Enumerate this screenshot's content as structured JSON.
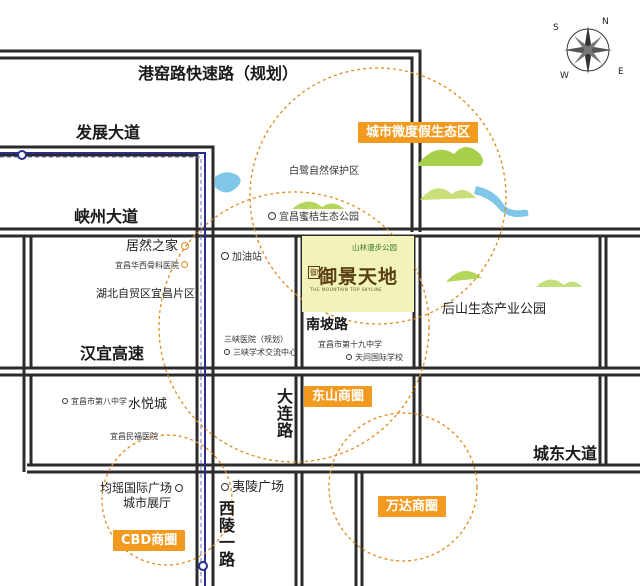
{
  "colors": {
    "road": "#2b2b2b",
    "metro": "#2a2f8a",
    "circle": "#e08a1a",
    "badge": "#f29a1f",
    "project_bg": "#f2f3b8",
    "hill": "#a8cf4a",
    "water": "#7fc6e8"
  },
  "compass": {
    "icon": "compass-rose-icon",
    "n": "N",
    "s": "S",
    "e": "E",
    "w": "W"
  },
  "roads": {
    "gangyao": "港窑路快速路（规划）",
    "fazhan": "发展大道",
    "xiazhou": "峡州大道",
    "hanyi": "汉宜高速",
    "dalian": "大连路",
    "xiling": "西陵一路",
    "chengdong": "城东大道",
    "nanpo": "南坡路"
  },
  "zones": {
    "eco": "城市微度假生态区",
    "dongshan": "东山商圈",
    "wanda": "万达商圈",
    "cbd": "CBD商圈"
  },
  "pois": {
    "bailu": "白鹭自然保护区",
    "mijv": "宜昌蜜桔生态公园",
    "jvranzhijia": "居然之家",
    "huaxi": "宜昌华西骨科医院",
    "zimaoqu": "湖北自贸区宜昌片区",
    "jiayouzhan": "加油站",
    "sanxia_yiyuan": "三峡医院（规划）",
    "sanxia_jiaoliu": "三峡学术交流中心",
    "shijiuzhong": "宜昌市第十九中学",
    "tianwen": "天问国际学校",
    "houshan": "后山生态产业公园",
    "bazhong": "宜昌市第八中学",
    "shuiyuecheng": "水悦城",
    "fuying": "宜昌民福医院",
    "junyao": "均瑶国际广场",
    "chengshi_zhanting": "城市展厅",
    "yiling": "夷陵广场"
  },
  "project": {
    "logo": "御",
    "name": "御景天地",
    "english": "THE MOUNTAIN TOP SKYLINE",
    "park": "山林漫步公园"
  }
}
